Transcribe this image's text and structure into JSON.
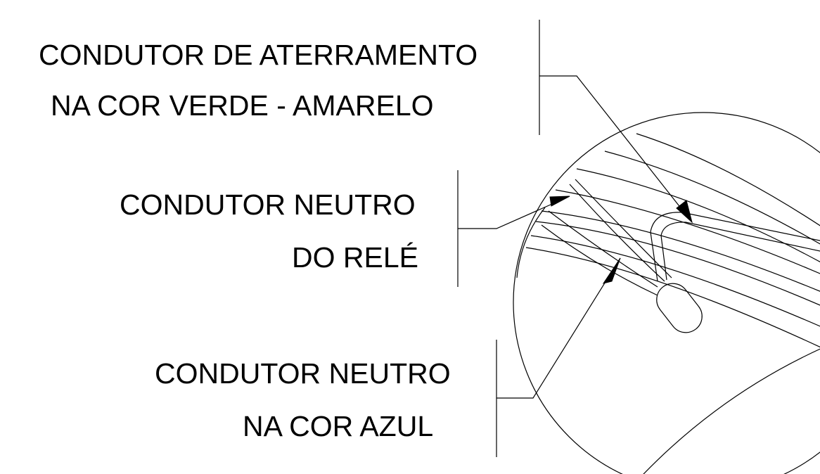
{
  "labels": {
    "ground": {
      "line1": "CONDUTOR DE ATERRAMENTO",
      "line2": "NA COR VERDE - AMARELO"
    },
    "relay_neutral": {
      "line1": "CONDUTOR NEUTRO",
      "line2": "DO RELÉ"
    },
    "blue_neutral": {
      "line1": "CONDUTOR NEUTRO",
      "line2": "NA COR AZUL"
    }
  },
  "colors": {
    "line": "#000000",
    "background": "#ffffff"
  }
}
